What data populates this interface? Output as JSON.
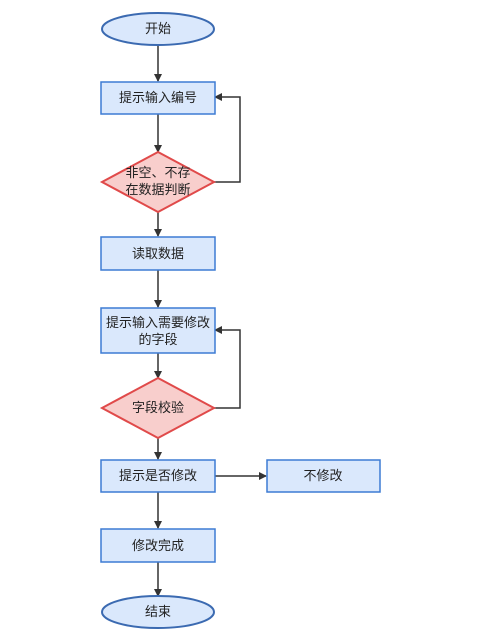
{
  "flowchart": {
    "nodes": {
      "start": "开始",
      "prompt_id": "提示输入编号",
      "check_id_line1": "非空、不存",
      "check_id_line2": "在数据判断",
      "read_data": "读取数据",
      "prompt_field_line1": "提示输入需要修改",
      "prompt_field_line2": "的字段",
      "field_check": "字段校验",
      "prompt_modify": "提示是否修改",
      "no_modify": "不修改",
      "modify_done": "修改完成",
      "end": "结束"
    },
    "colors": {
      "terminal_fill": "#dae8fc",
      "terminal_stroke": "#3b6ab1",
      "process_fill": "#dae8fc",
      "process_stroke": "#3d7bd4",
      "decision_fill": "#f8cecc",
      "decision_stroke": "#e04a4a",
      "arrow": "#333333"
    }
  }
}
